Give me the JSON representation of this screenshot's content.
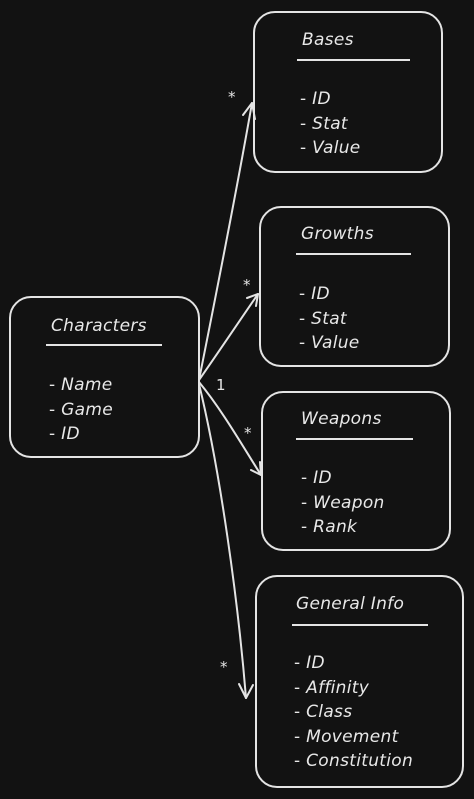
{
  "entities": {
    "characters": {
      "title": "Characters",
      "fields": [
        "Name",
        "Game",
        "ID"
      ]
    },
    "bases": {
      "title": "Bases",
      "fields": [
        "ID",
        "Stat",
        "Value"
      ]
    },
    "growths": {
      "title": "Growths",
      "fields": [
        "ID",
        "Stat",
        "Value"
      ]
    },
    "weapons": {
      "title": "Weapons",
      "fields": [
        "ID",
        "Weapon",
        "Rank"
      ]
    },
    "general_info": {
      "title": "General Info",
      "fields": [
        "ID",
        "Affinity",
        "Class",
        "Movement",
        "Constitution"
      ]
    }
  },
  "relations": {
    "source_multiplicity": "1",
    "bases_multiplicity": "*",
    "growths_multiplicity": "*",
    "weapons_multiplicity": "*",
    "general_info_multiplicity": "*"
  },
  "colors": {
    "background": "#121212",
    "stroke": "#e4e4e4",
    "text": "#e8e8e8"
  }
}
